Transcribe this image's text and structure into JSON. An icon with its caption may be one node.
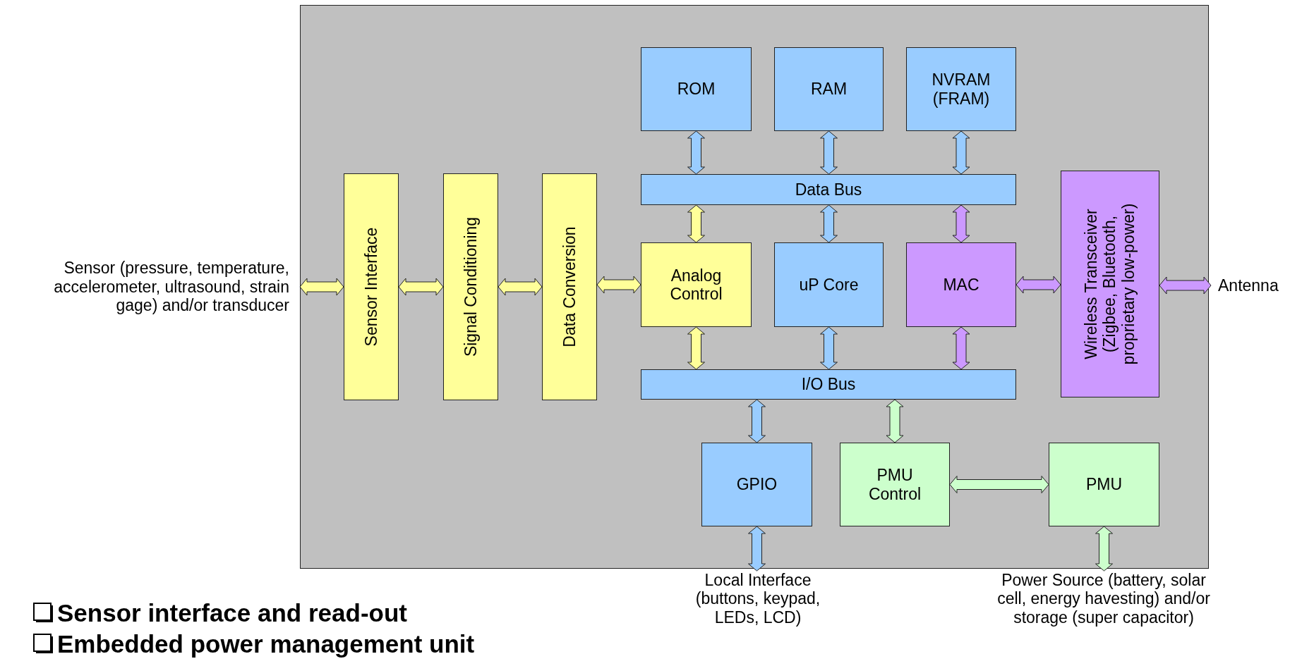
{
  "diagram": {
    "nodes": [
      {
        "text": [],
        "shape": "box"
      },
      {
        "text": [
          "ROM"
        ],
        "in": 0
      },
      {
        "text": [
          "RAM"
        ],
        "in": 0
      },
      {
        "text": [
          "NVRAM (FRAM)"
        ],
        "in": 0
      },
      {
        "text": [
          "Data Bus"
        ],
        "in": 0
      },
      {
        "text": [
          "Sensor Interface"
        ],
        "in": 0
      },
      {
        "text": [
          "Signal Conditioning"
        ],
        "in": 0
      },
      {
        "text": [
          "Data Conversion"
        ],
        "in": 0
      },
      {
        "text": [
          "Analog Control"
        ],
        "in": 0
      },
      {
        "text": [
          "uP Core"
        ],
        "in": 0
      },
      {
        "text": [
          "MAC"
        ],
        "in": 0
      },
      {
        "text": [
          "Wireless Transceiver (Zigbee, Bluetooth, proprietary low-power)"
        ],
        "in": 0
      },
      {
        "text": [
          "I/O Bus"
        ],
        "in": 0
      },
      {
        "text": [
          "GPIO"
        ],
        "in": 0
      },
      {
        "text": [
          "PMU Control"
        ],
        "in": 0
      },
      {
        "text": [
          "PMU"
        ],
        "in": 0
      },
      {
        "text": [
          "Sensor (pressure, temperature, accelerometer, ultrasound, strain gage) and/or transducer"
        ]
      },
      {
        "text": [
          "Antenna"
        ]
      },
      {
        "text": [
          "Local Interface (buttons, keypad, LEDs, LCD)"
        ]
      },
      {
        "text": [
          "Power Source (battery, solar cell, energy havesting) and/or storage (super capacitor)"
        ]
      }
    ],
    "edges": [
      {
        "from": 1,
        "to": 4,
        "arrow": "both"
      },
      {
        "from": 2,
        "to": 4,
        "arrow": "both"
      },
      {
        "from": 3,
        "to": 4,
        "arrow": "both"
      },
      {
        "from": 16,
        "to": 5,
        "arrow": "both",
        "color": "#ffff99"
      },
      {
        "from": 5,
        "to": 6,
        "arrow": "both",
        "color": "#ffff99"
      },
      {
        "from": 6,
        "to": 7,
        "arrow": "both",
        "color": "#ffff99"
      },
      {
        "from": 7,
        "to": 8,
        "arrow": "both",
        "color": "#ffff99"
      },
      {
        "from": 4,
        "to": 8,
        "arrow": "both",
        "color": "#ffff99"
      },
      {
        "from": 4,
        "to": 9,
        "arrow": "both"
      },
      {
        "from": 4,
        "to": 10,
        "arrow": "both",
        "color": "#cc99ff"
      },
      {
        "from": 10,
        "to": 11,
        "arrow": "both",
        "color": "#cc99ff"
      },
      {
        "from": 11,
        "to": 17,
        "arrow": "both",
        "color": "#cc99ff"
      },
      {
        "from": 8,
        "to": 12,
        "arrow": "both",
        "color": "#ffff99"
      },
      {
        "from": 9,
        "to": 12,
        "arrow": "both"
      },
      {
        "from": 10,
        "to": 12,
        "arrow": "both",
        "color": "#cc99ff"
      },
      {
        "from": 12,
        "to": 13,
        "arrow": "both"
      },
      {
        "from": 12,
        "to": 14,
        "arrow": "both",
        "color": "#ccffcc"
      },
      {
        "from": 14,
        "to": 15,
        "arrow": "both",
        "color": "#ccffcc"
      },
      {
        "from": 13,
        "to": 18,
        "arrow": "both"
      },
      {
        "from": 15,
        "to": 19,
        "arrow": "both",
        "color": "#ccffcc"
      }
    ],
    "labels": [
      "Sensor interface and read-out",
      "Embedded power management unit"
    ]
  }
}
